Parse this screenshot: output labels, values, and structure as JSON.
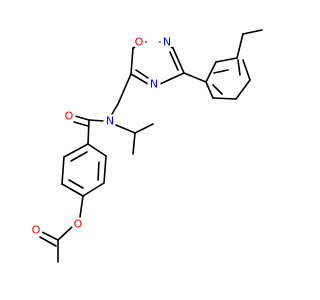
{
  "colors": {
    "bond": "#000000",
    "oxygen": "#ff0000",
    "nitrogen": "#0000ff",
    "background": "#ffffff"
  },
  "atoms": {
    "ring_o": {
      "label": "O",
      "element": "oxygen"
    },
    "ring_n_top": {
      "label": "N",
      "element": "nitrogen"
    },
    "ring_n_bottom": {
      "label": "N",
      "element": "nitrogen"
    },
    "amide_o": {
      "label": "O",
      "element": "oxygen"
    },
    "amide_n": {
      "label": "N",
      "element": "nitrogen"
    },
    "ester_o": {
      "label": "O",
      "element": "oxygen"
    },
    "carbonyl_o": {
      "label": "O",
      "element": "oxygen"
    }
  }
}
